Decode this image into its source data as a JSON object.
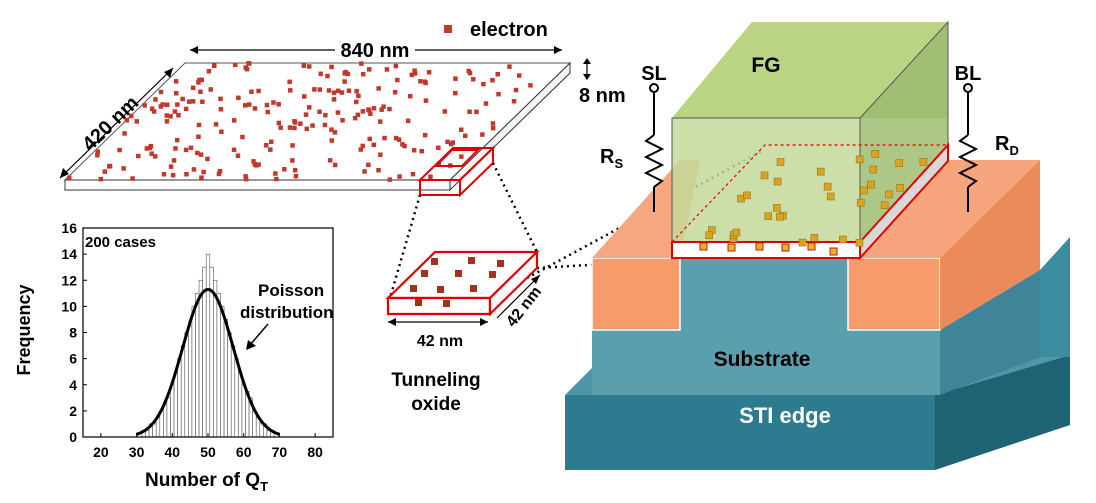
{
  "labels": {
    "dim_length": "840 nm",
    "dim_width": "420 nm",
    "dim_thickness": "8 nm",
    "legend_electron": "electron",
    "small_dim_length": "42 nm",
    "small_dim_width": "42 nm",
    "tunneling_line1": "Tunneling",
    "tunneling_line2": "oxide",
    "fg": "FG",
    "sl": "SL",
    "bl": "BL",
    "rs_main": "R",
    "rs_sub": "S",
    "rd_main": "R",
    "rd_sub": "D",
    "substrate": "Substrate",
    "sti_edge": "STI edge"
  },
  "colors": {
    "electron": "#c0392b",
    "oxide_outline": "#e00000",
    "floating_gate": "#b5cf7a",
    "source_drain": "#f79b6a",
    "substrate": "#5b9ead",
    "sti": "#2f7f93",
    "trap": "#d9a520"
  },
  "chart_data": {
    "type": "bar",
    "subtype": "histogram-with-fit",
    "annotation": "200 cases",
    "fit_label_line1": "Poisson",
    "fit_label_line2": "distribution",
    "xlabel_main": "Number of Q",
    "xlabel_sub": "T",
    "ylabel": "Frequency",
    "xlim": [
      15,
      85
    ],
    "ylim": [
      0,
      16
    ],
    "xticks": [
      20,
      30,
      40,
      50,
      60,
      70,
      80
    ],
    "yticks": [
      0,
      2,
      4,
      6,
      8,
      10,
      12,
      14,
      16
    ],
    "bins": [
      [
        32,
        0.5
      ],
      [
        33,
        0.5
      ],
      [
        34,
        1
      ],
      [
        35,
        1
      ],
      [
        36,
        1.5
      ],
      [
        37,
        2
      ],
      [
        38,
        2.5
      ],
      [
        39,
        3
      ],
      [
        40,
        4
      ],
      [
        41,
        5
      ],
      [
        42,
        6
      ],
      [
        43,
        7
      ],
      [
        44,
        8
      ],
      [
        45,
        8.5
      ],
      [
        46,
        10
      ],
      [
        47,
        11
      ],
      [
        48,
        12
      ],
      [
        49,
        13
      ],
      [
        50,
        14
      ],
      [
        51,
        13
      ],
      [
        52,
        12
      ],
      [
        53,
        11
      ],
      [
        54,
        10
      ],
      [
        55,
        9
      ],
      [
        56,
        8
      ],
      [
        57,
        7
      ],
      [
        58,
        6
      ],
      [
        59,
        5
      ],
      [
        60,
        4
      ],
      [
        61,
        3.5
      ],
      [
        62,
        3
      ],
      [
        63,
        2
      ],
      [
        64,
        1.5
      ],
      [
        65,
        1
      ],
      [
        66,
        1
      ],
      [
        67,
        0.5
      ],
      [
        68,
        0.5
      ]
    ],
    "fit": {
      "name": "Poisson",
      "mean": 50,
      "peak": 11.3
    }
  }
}
